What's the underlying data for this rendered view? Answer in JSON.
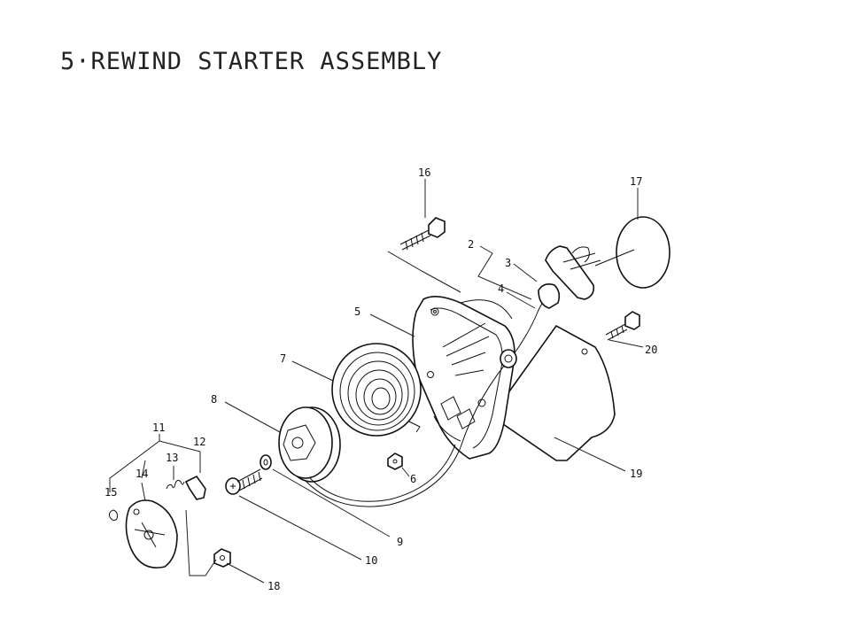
{
  "title": "5·REWIND STARTER ASSEMBLY",
  "callouts": {
    "c2": "2",
    "c3": "3",
    "c4": "4",
    "c5": "5",
    "c6": "6",
    "c7": "7",
    "c8": "8",
    "c9": "9",
    "c10": "10",
    "c11": "11",
    "c12": "12",
    "c13": "13",
    "c14": "14",
    "c15": "15",
    "c16": "16",
    "c17": "17",
    "c18": "18",
    "c19": "19",
    "c20": "20"
  }
}
